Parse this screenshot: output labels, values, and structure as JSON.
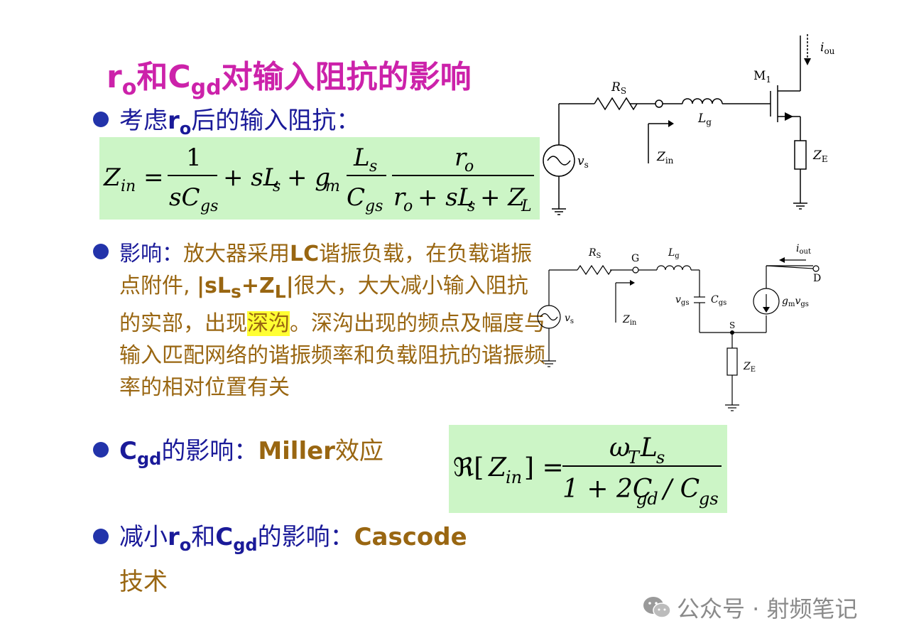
{
  "title": {
    "r": "r",
    "o_sub": "o",
    "he": "和",
    "c": "C",
    "gd_sub": "gd",
    "rest": "对输入阻抗的影响"
  },
  "bullet1": {
    "prefix": "考虑",
    "r": "r",
    "o_sub": "o",
    "suffix": "后的输入阻抗："
  },
  "formula1": {
    "lhs": "Z",
    "lhs_sub": "in",
    "eq": "=",
    "frac1_num": "1",
    "frac1_den": "sC",
    "frac1_den_sub": "gs",
    "plus_sL": "+ sL",
    "s_sub": "s",
    "plus_g": "+ g",
    "m_sub": "m",
    "frac2_num": "L",
    "frac2_num_sub": "s",
    "frac2_den": "C",
    "frac2_den_sub": "gs",
    "frac3_num": "r",
    "frac3_num_sub": "o",
    "frac3_den": "r",
    "frac3_den_sub": "o",
    "frac3_den_rest": "+ sL",
    "frac3_den_s_sub": "s",
    "frac3_den_plus_z": "+ Z",
    "frac3_den_L_sub": "L"
  },
  "bullet2": {
    "label": "影响：",
    "text_a": "放大器采用",
    "lc": "LC",
    "text_b": "谐振负载，在负载谐振点附件, ",
    "abs_a": "|sL",
    "abs_s_sub": "s",
    "abs_b": "+Z",
    "abs_L_sub": "L",
    "abs_c": "|",
    "text_c": "很大，大大减小输入阻抗的实部，出现",
    "highlight": "深沟",
    "text_d": "。深沟出现的频点及幅度与输入匹配网络的谐振频率和负载阻抗的谐振频率的相对位置有关"
  },
  "bullet3": {
    "c": "C",
    "gd_sub": "gd",
    "label": "的影响：",
    "miller": "Miller",
    "effect": "效应"
  },
  "formula2": {
    "re": "ℜ[",
    "z": "Z",
    "z_sub": "in",
    "close": "] =",
    "num": "ω",
    "num_sub": "T",
    "num_L": "L",
    "num_L_sub": "s",
    "den_a": "1 + 2C",
    "den_gd_sub": "gd",
    "den_b": "/ C",
    "den_gs_sub": "gs"
  },
  "bullet4": {
    "prefix": "减小",
    "r": "r",
    "o_sub": "o",
    "he": "和",
    "c": "C",
    "gd_sub": "gd",
    "label": "的影响：",
    "cascode": "Cascode",
    "tech": "技术"
  },
  "circuit1": {
    "rs": "R",
    "rs_sub": "S",
    "lg": "L",
    "lg_sub": "g",
    "m1": "M",
    "m1_sub": "1",
    "iout": "i",
    "iout_sub": "out",
    "vs": "v",
    "vs_sub": "s",
    "zin": "Z",
    "zin_sub": "in",
    "ze": "Z",
    "ze_sub": "E"
  },
  "circuit2": {
    "rs": "R",
    "rs_sub": "S",
    "g": "G",
    "lg": "L",
    "lg_sub": "g",
    "iout": "i",
    "iout_sub": "out",
    "d": "D",
    "vgs": "v",
    "vgs_sub": "gs",
    "cgs": "C",
    "cgs_sub": "gs",
    "gm": "g",
    "gm_sub": "m",
    "gm_v": "v",
    "gm_v_sub": "gs",
    "vs": "v",
    "vs_sub": "s",
    "zin": "Z",
    "zin_sub": "in",
    "s": "S",
    "ze": "Z",
    "ze_sub": "E"
  },
  "watermark": {
    "text": "公众号 · 射频笔记",
    "icon": "wechat-icon"
  },
  "colors": {
    "title": "#cc22aa",
    "blue": "#1a1a99",
    "brown": "#996611",
    "formula_bg": "#ccf5c6",
    "highlight": "#ffff33"
  }
}
